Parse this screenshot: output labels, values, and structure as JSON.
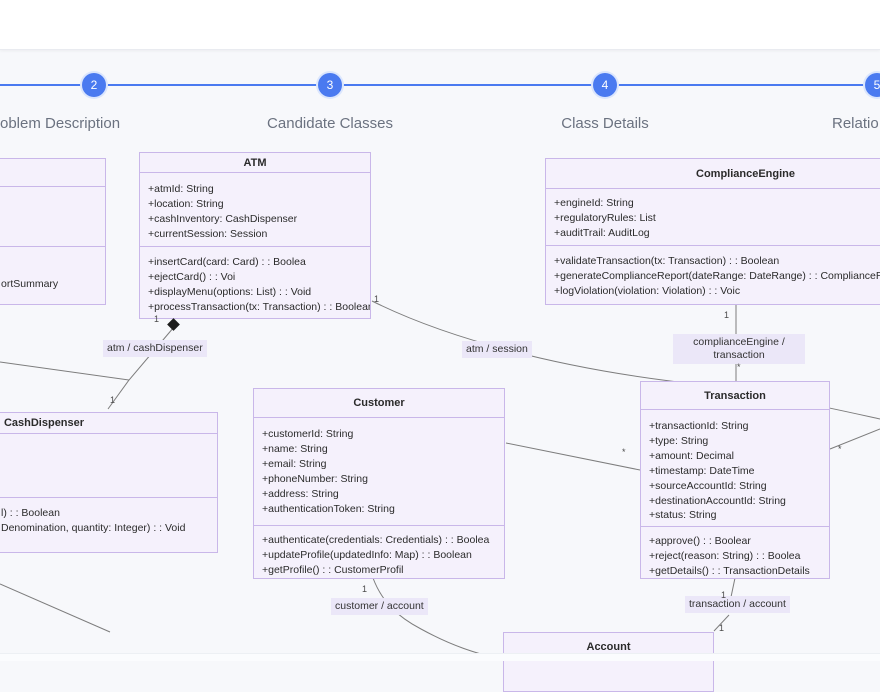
{
  "colors": {
    "accent": "#4a7af0",
    "class_background": "#f5f1fc",
    "class_border": "#c9b7e9",
    "edge_label_background": "#ebe7f8"
  },
  "stepper": {
    "steps": [
      {
        "number": "2",
        "label": "oblem Description"
      },
      {
        "number": "3",
        "label": "Candidate Classes"
      },
      {
        "number": "4",
        "label": "Class Details"
      },
      {
        "number": "5",
        "label": "Relatio"
      }
    ]
  },
  "classes": {
    "report": {
      "title": "",
      "attributes": [],
      "methods": [
        "ortSummary"
      ]
    },
    "atm": {
      "title": "ATM",
      "attributes": [
        "+atmId: String",
        "+location: String",
        "+cashInventory: CashDispenser",
        "+currentSession: Session"
      ],
      "methods": [
        "+insertCard(card: Card) : : Boolea",
        "+ejectCard() : : Voi",
        "+displayMenu(options: List) : : Void",
        "+processTransaction(tx: Transaction) : : Boolean"
      ]
    },
    "compliance": {
      "title": "ComplianceEngine",
      "attributes": [
        "+engineId: String",
        "+regulatoryRules: List",
        "+auditTrail: AuditLog"
      ],
      "methods": [
        "+validateTransaction(tx: Transaction) : : Boolean",
        "+generateComplianceReport(dateRange: DateRange) : : ComplianceReport",
        "+logViolation(violation: Violation) : : Voic"
      ]
    },
    "cashDispenser": {
      "title": "CashDispenser",
      "attributes": [],
      "methods": [
        "l) : : Boolean",
        "Denomination, quantity: Integer) : : Void"
      ]
    },
    "customer": {
      "title": "Customer",
      "attributes": [
        "+customerId: String",
        "+name: String",
        "+email: String",
        "+phoneNumber: String",
        "+address: String",
        "+authenticationToken: String"
      ],
      "methods": [
        "+authenticate(credentials: Credentials) : : Boolea",
        "+updateProfile(updatedInfo: Map) : : Boolean",
        "+getProfile() : : CustomerProfil"
      ]
    },
    "transaction": {
      "title": "Transaction",
      "attributes": [
        "+transactionId: String",
        "+type: String",
        "+amount: Decimal",
        "+timestamp: DateTime",
        "+sourceAccountId: String",
        "+destinationAccountId: String",
        "+status: String"
      ],
      "methods": [
        "+approve() : : Boolear",
        "+reject(reason: String) : : Boolea",
        "+getDetails() : : TransactionDetails"
      ]
    },
    "account": {
      "title": "Account",
      "attributes": [],
      "methods": []
    }
  },
  "edge_labels": {
    "atm_cashdispenser": "atm / cashDispenser",
    "atm_session": "atm / session",
    "compliance_transaction_line1": "complianceEngine /",
    "compliance_transaction_line2": "transaction",
    "customer_account": "customer / account",
    "transaction_account": "transaction / account"
  },
  "multiplicities": {
    "m1": "1",
    "m2": "1",
    "m3": "1",
    "m4": "1",
    "m5": "*",
    "m6": "*",
    "m7": "*",
    "m8": "1",
    "m9": "1",
    "m10": "1"
  }
}
